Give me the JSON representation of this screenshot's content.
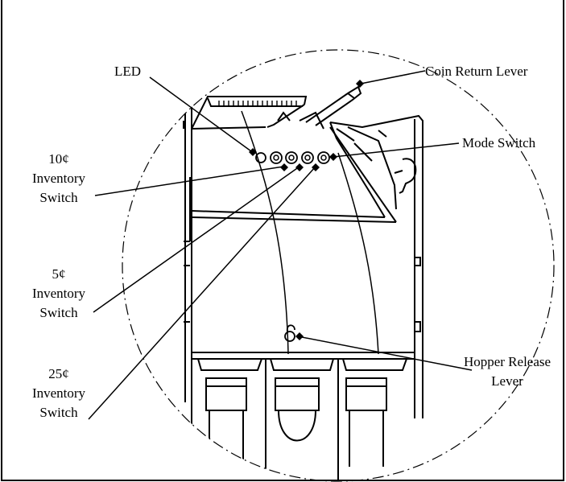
{
  "labels": {
    "led": "LED",
    "coin_return_lever": "Coin Return Lever",
    "mode_switch": "Mode Switch",
    "ten_cent": [
      "10¢",
      "Inventory",
      "Switch"
    ],
    "five_cent": [
      "5¢",
      "Inventory",
      "Switch"
    ],
    "quarter": [
      "25¢",
      "Inventory",
      "Switch"
    ],
    "hopper_release": [
      "Hopper Release",
      "Lever"
    ]
  },
  "colors": {
    "line": "#000000",
    "background": "#ffffff"
  },
  "icons": [
    "diamond-pointer-icon",
    "led-indicator-icon",
    "switch-button-icon",
    "hopper-release-knob-icon"
  ]
}
